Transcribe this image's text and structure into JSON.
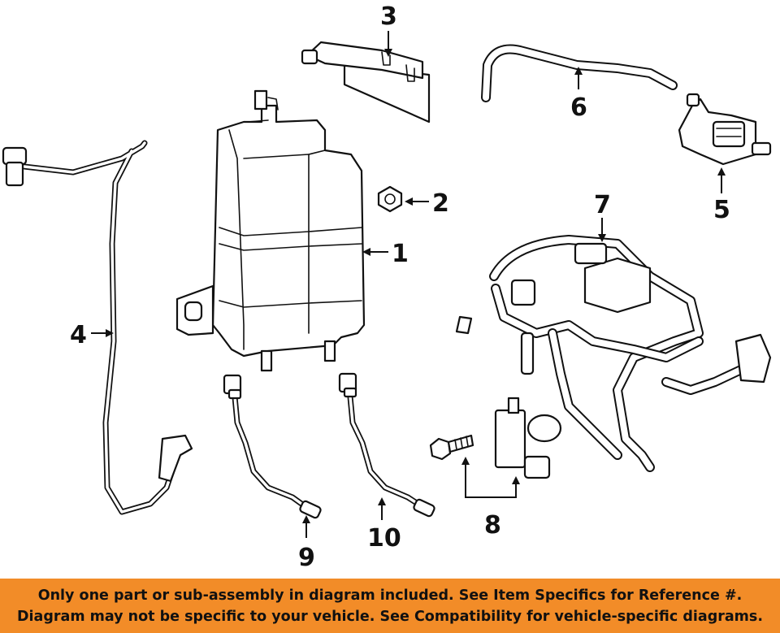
{
  "callouts": {
    "c1": "1",
    "c2": "2",
    "c3": "3",
    "c4": "4",
    "c5": "5",
    "c6": "6",
    "c7": "7",
    "c8": "8",
    "c9": "9",
    "c10": "10"
  },
  "banner": {
    "line1": "Only one part or sub-assembly in diagram included. See Item Specifics for Reference #.",
    "line2": "Diagram may not be specific to your vehicle. See Compatibility for vehicle-specific diagrams.",
    "color": "#f28c28"
  }
}
